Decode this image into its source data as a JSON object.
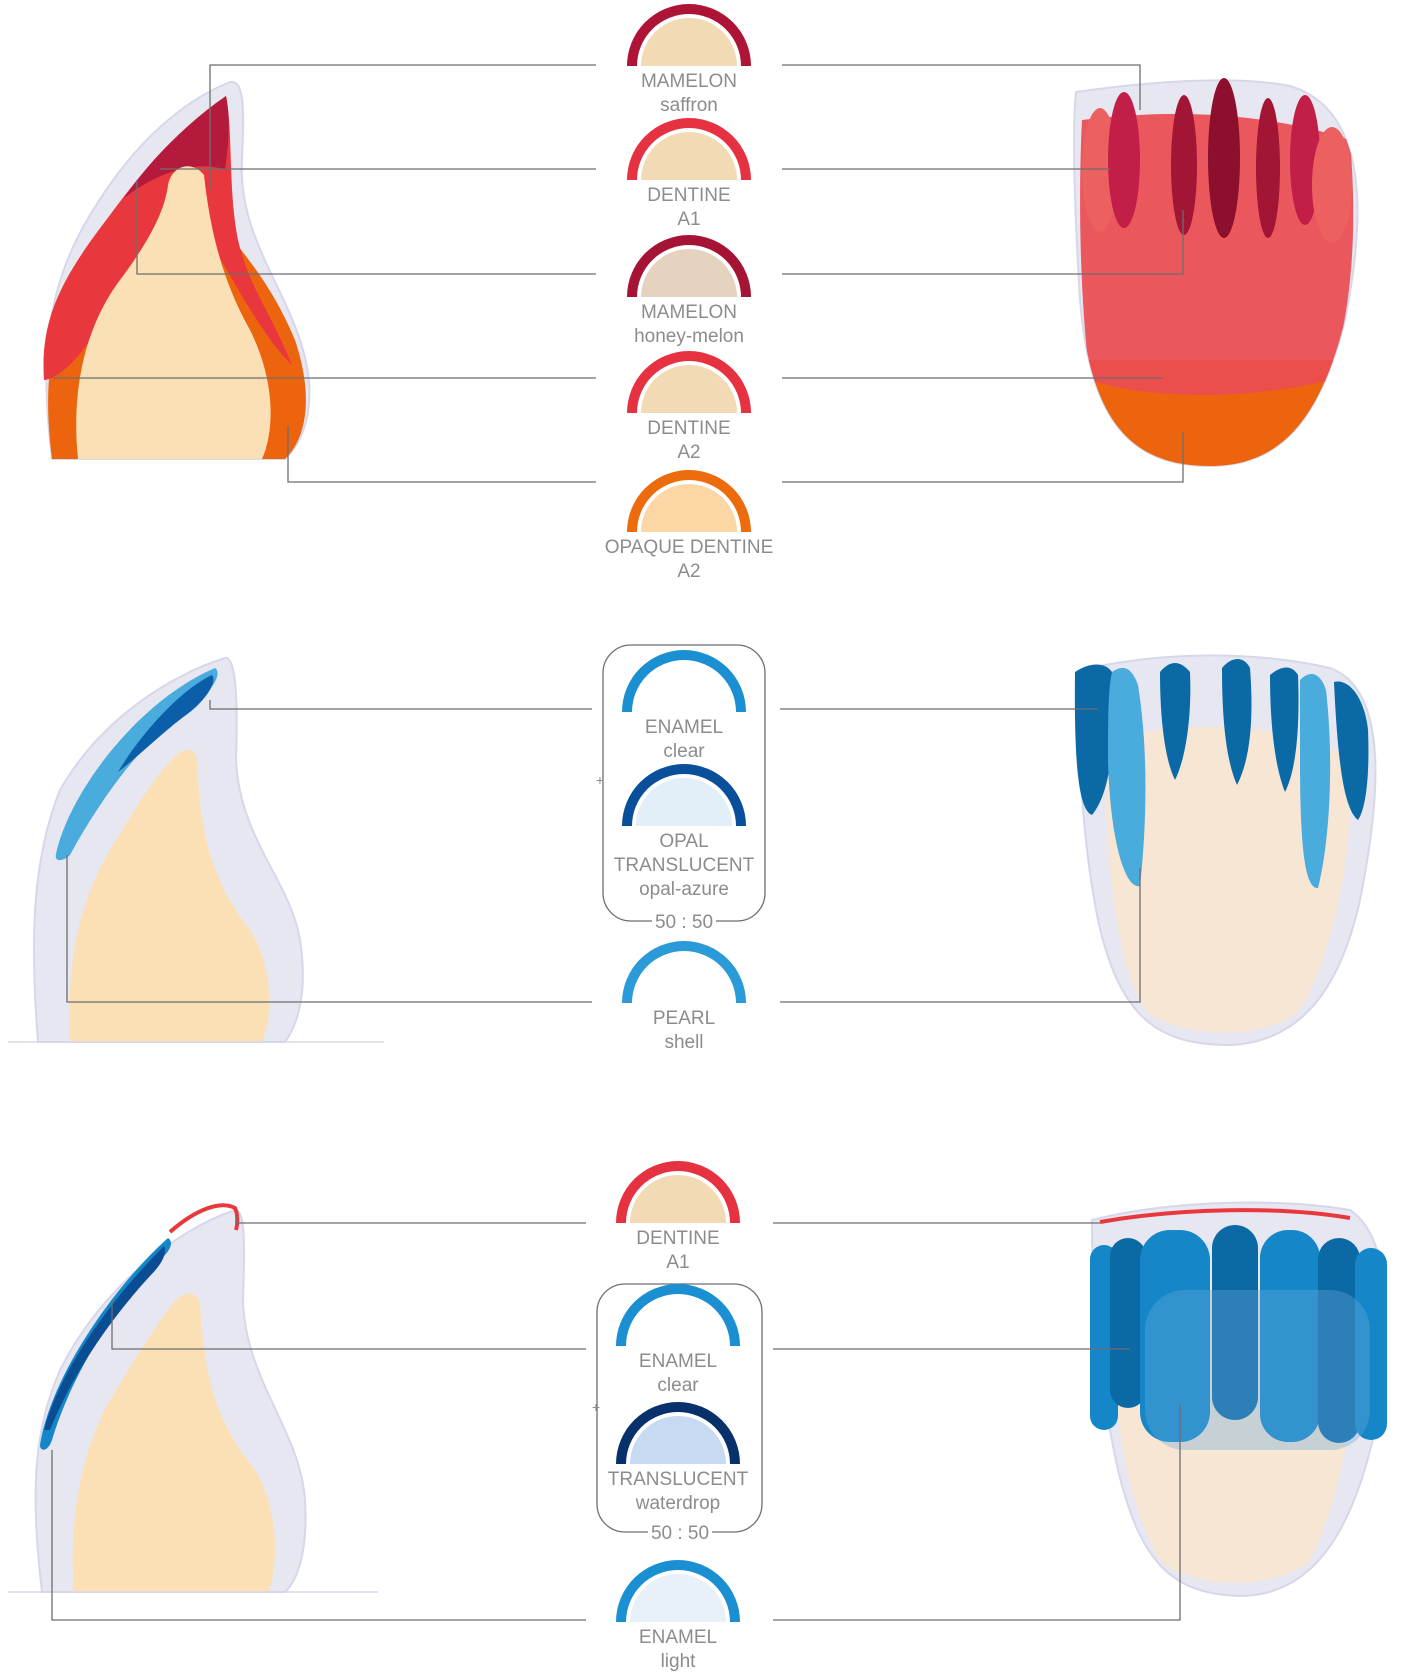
{
  "sections": [
    {
      "id": "layering-1",
      "swatches": [
        {
          "line1": "MAMELON",
          "line2": "saffron",
          "ring": "#ad1436",
          "fill": "#f2dab4"
        },
        {
          "line1": "DENTINE",
          "line2": "A1",
          "ring": "#e63140",
          "fill": "#f2dab4"
        },
        {
          "line1": "MAMELON",
          "line2": "honey-melon",
          "ring": "#a51434",
          "fill": "#e5d3c0"
        },
        {
          "line1": "DENTINE",
          "line2": "A2",
          "ring": "#e63140",
          "fill": "#f2dab4"
        },
        {
          "line1": "OPAQUE DENTINE",
          "line2": "A2",
          "ring": "#ec6b0c",
          "fill": "#fcd7a5"
        }
      ]
    },
    {
      "id": "layering-2",
      "group": {
        "ratio": "50 : 50",
        "plus": "+"
      },
      "swatches": [
        {
          "line1": "ENAMEL",
          "line2": "clear",
          "ring": "#1a8fd1",
          "fill": "#ffffff"
        },
        {
          "line1": "OPAL",
          "line2": "TRANSLUCENT",
          "line3": "opal-azure",
          "ring": "#0a4f9a",
          "fill": "#e2eef8"
        },
        {
          "line1": "PEARL",
          "line2": "shell",
          "ring": "#2a9ad8",
          "fill": "#ffffff"
        }
      ]
    },
    {
      "id": "layering-3",
      "group": {
        "ratio": "50 : 50",
        "plus": "+"
      },
      "swatches": [
        {
          "line1": "DENTINE",
          "line2": "A1",
          "ring": "#e63140",
          "fill": "#f2dab4"
        },
        {
          "line1": "ENAMEL",
          "line2": "clear",
          "ring": "#1a8fd1",
          "fill": "#ffffff"
        },
        {
          "line1": "TRANSLUCENT",
          "line2": "waterdrop",
          "ring": "#08316c",
          "fill": "#c7daf2"
        },
        {
          "line1": "ENAMEL",
          "line2": "light",
          "ring": "#1a8fd1",
          "fill": "#e8f1fa"
        }
      ]
    }
  ],
  "colors": {
    "line": "#6e6e6e",
    "enamel_shell": "#e6e7f1",
    "dentin_core": "#fbe0b5",
    "dentine_red": "#e8383d",
    "opaque_orange": "#ec650e",
    "mamelon_dark": "#9e1233",
    "enamel_blue": "#1587c9",
    "enamel_dark_blue": "#0b4d93",
    "pearl_blue": "#4aabdd"
  }
}
